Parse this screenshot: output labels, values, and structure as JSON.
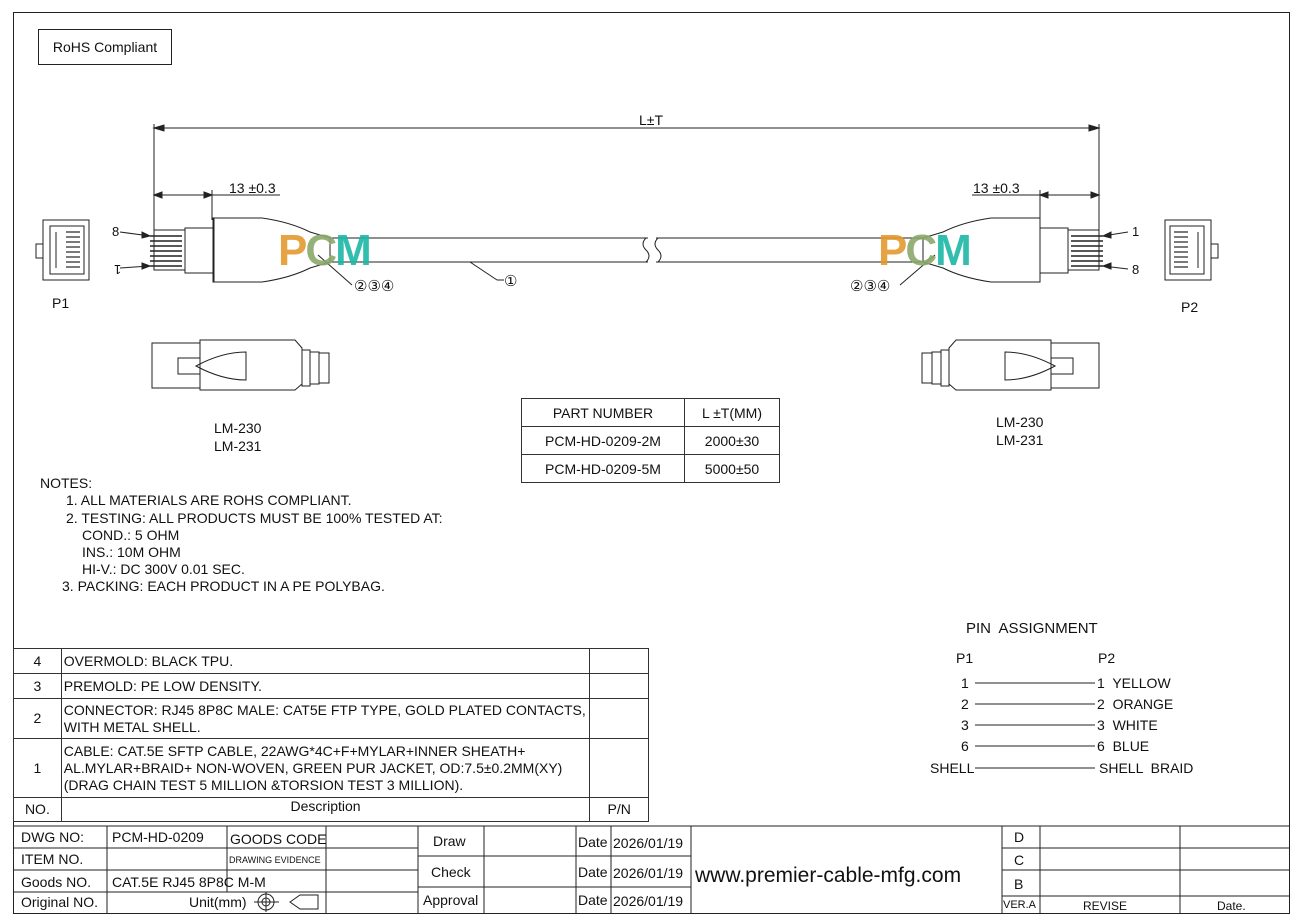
{
  "rohs": "RoHS Compliant",
  "dimensions": {
    "overall": "L±T",
    "left_plug": "13 ±0.3",
    "right_plug": "13 ±0.3"
  },
  "watermark": {
    "p": "P",
    "c": "C",
    "m": "M",
    "colors": {
      "p": "#e39a2f",
      "c": "#8aa86a",
      "m": "#1bb7a6"
    }
  },
  "callouts": {
    "cable": "①",
    "left_parts": "②③④",
    "right_parts": "②③④"
  },
  "pins": {
    "left_top": "8",
    "left_bottom": "1",
    "right_top": "1",
    "right_bottom": "8"
  },
  "plugs": {
    "left_label": "P1",
    "right_label": "P2"
  },
  "latch_left": {
    "line1": "LM-230",
    "line2": "LM-231"
  },
  "latch_right": {
    "line1": "LM-230",
    "line2": "LM-231"
  },
  "part_table": {
    "headers": [
      "PART NUMBER",
      "L ±T(MM)"
    ],
    "rows": [
      [
        "PCM-HD-0209-2M",
        "2000±30"
      ],
      [
        "PCM-HD-0209-5M",
        "5000±50"
      ]
    ]
  },
  "notes": {
    "title": "NOTES:",
    "lines": [
      "1. ALL MATERIALS ARE ROHS COMPLIANT.",
      "2. TESTING: ALL PRODUCTS MUST BE 100% TESTED AT:",
      "COND.: 5 OHM",
      "INS.: 10M OHM",
      "HI-V.: DC 300V 0.01 SEC.",
      "3. PACKING: EACH PRODUCT IN A PE POLYBAG."
    ]
  },
  "pin_assignment": {
    "title": "PIN  ASSIGNMENT",
    "left_header": "P1",
    "right_header": "P2",
    "rows": [
      {
        "left": "1",
        "right": "1  YELLOW"
      },
      {
        "left": "2",
        "right": "2  ORANGE"
      },
      {
        "left": "3",
        "right": "3  WHITE"
      },
      {
        "left": "6",
        "right": "6  BLUE"
      },
      {
        "left": "SHELL",
        "right": "SHELL  BRAID"
      }
    ]
  },
  "materials": {
    "rows": [
      {
        "no": "4",
        "desc": "OVERMOLD: BLACK TPU.",
        "pn": ""
      },
      {
        "no": "3",
        "desc": "PREMOLD: PE LOW DENSITY.",
        "pn": ""
      },
      {
        "no": "2",
        "desc": "CONNECTOR: RJ45 8P8C MALE: CAT5E FTP TYPE, GOLD PLATED CONTACTS, WITH METAL SHELL.",
        "pn": ""
      },
      {
        "no": "1",
        "desc": "CABLE: CAT.5E SFTP CABLE, 22AWG*4C+F+MYLAR+INNER SHEATH+ AL.MYLAR+BRAID+ NON-WOVEN, GREEN PUR  JACKET, OD:7.5±0.2MM(XY) (DRAG CHAIN TEST 5 MILLION &TORSION TEST 3 MILLION).",
        "pn": ""
      }
    ],
    "header": {
      "no": "NO.",
      "desc": "Description",
      "pn": "P/N"
    }
  },
  "title_block": {
    "dwg_no_label": "DWG NO:",
    "dwg_no": "PCM-HD-0209",
    "goods_code_label": "GOODS CODE",
    "item_no_label": "ITEM NO.",
    "drawing_evidence": "DRAWING EVIDENCE",
    "goods_no_label": "Goods NO.",
    "goods_no": "CAT.5E RJ45 8P8C M-M",
    "original_no_label": "Original NO.",
    "unit": "Unit(mm)",
    "draw_label": "Draw",
    "check_label": "Check",
    "approval_label": "Approval",
    "date_label": "Date",
    "draw_date": "2026/01/19",
    "check_date": "2026/01/19",
    "approval_date": "2026/01/19",
    "website": "www.premier-cable-mfg.com",
    "revisions": [
      "D",
      "C",
      "B"
    ],
    "ver_label": "VER.A",
    "revise_label": "REVISE",
    "date_col_label": "Date."
  }
}
